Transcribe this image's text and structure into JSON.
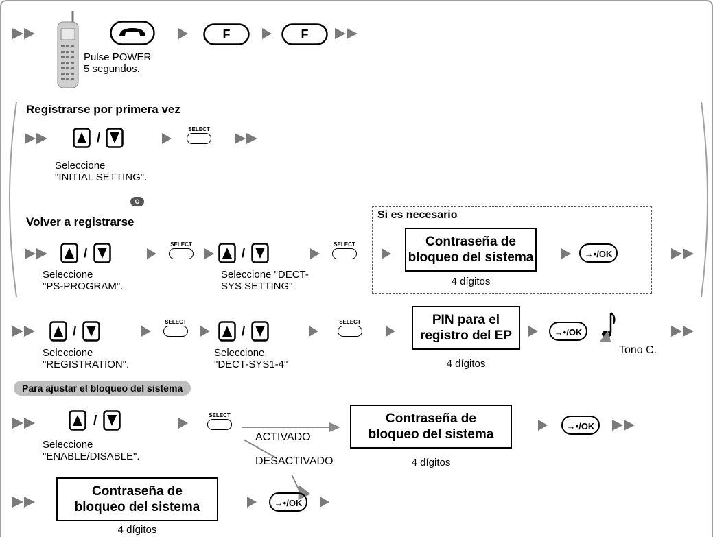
{
  "power": {
    "caption_line1": "Pulse POWER",
    "caption_line2": "5 segundos."
  },
  "keys": {
    "f1": "F",
    "f2": "F",
    "select": "SELECT",
    "ok": "→•/OK",
    "slash": "/"
  },
  "sec_initial": {
    "title": "Registrarse por primera vez",
    "caption_line1": "Seleccione",
    "caption_line2": "\"INITIAL SETTING\"."
  },
  "marker": "O",
  "sec_reregister": {
    "title": "Volver a registrarse",
    "cap1_line1": "Seleccione",
    "cap1_line2": "\"PS-PROGRAM\".",
    "cap2_line1": "Seleccione \"DECT-",
    "cap2_line2": "SYS SETTING\".",
    "optional_title": "Si es necesario",
    "box": "Contraseña de\nbloqueo del sistema",
    "digits": "4 dígitos"
  },
  "sec_registration": {
    "cap1_line1": "Seleccione",
    "cap1_line2": "\"REGISTRATION\".",
    "cap2_line1": "Seleccione",
    "cap2_line2": "\"DECT-SYS1-4\"",
    "box": "PIN para el\nregistro del EP",
    "digits": "4 dígitos",
    "tone": "Tono C."
  },
  "sec_lock": {
    "pill": "Para ajustar el bloqueo del sistema",
    "cap_line1": "Seleccione",
    "cap_line2": "\"ENABLE/DISABLE\".",
    "on": "ACTIVADO",
    "off": "DESACTIVADO",
    "box": "Contraseña de\nbloqueo del sistema",
    "digits": "4 dígitos",
    "box2": "Contraseña de\nbloqueo del sistema",
    "digits2": "4 dígitos"
  }
}
